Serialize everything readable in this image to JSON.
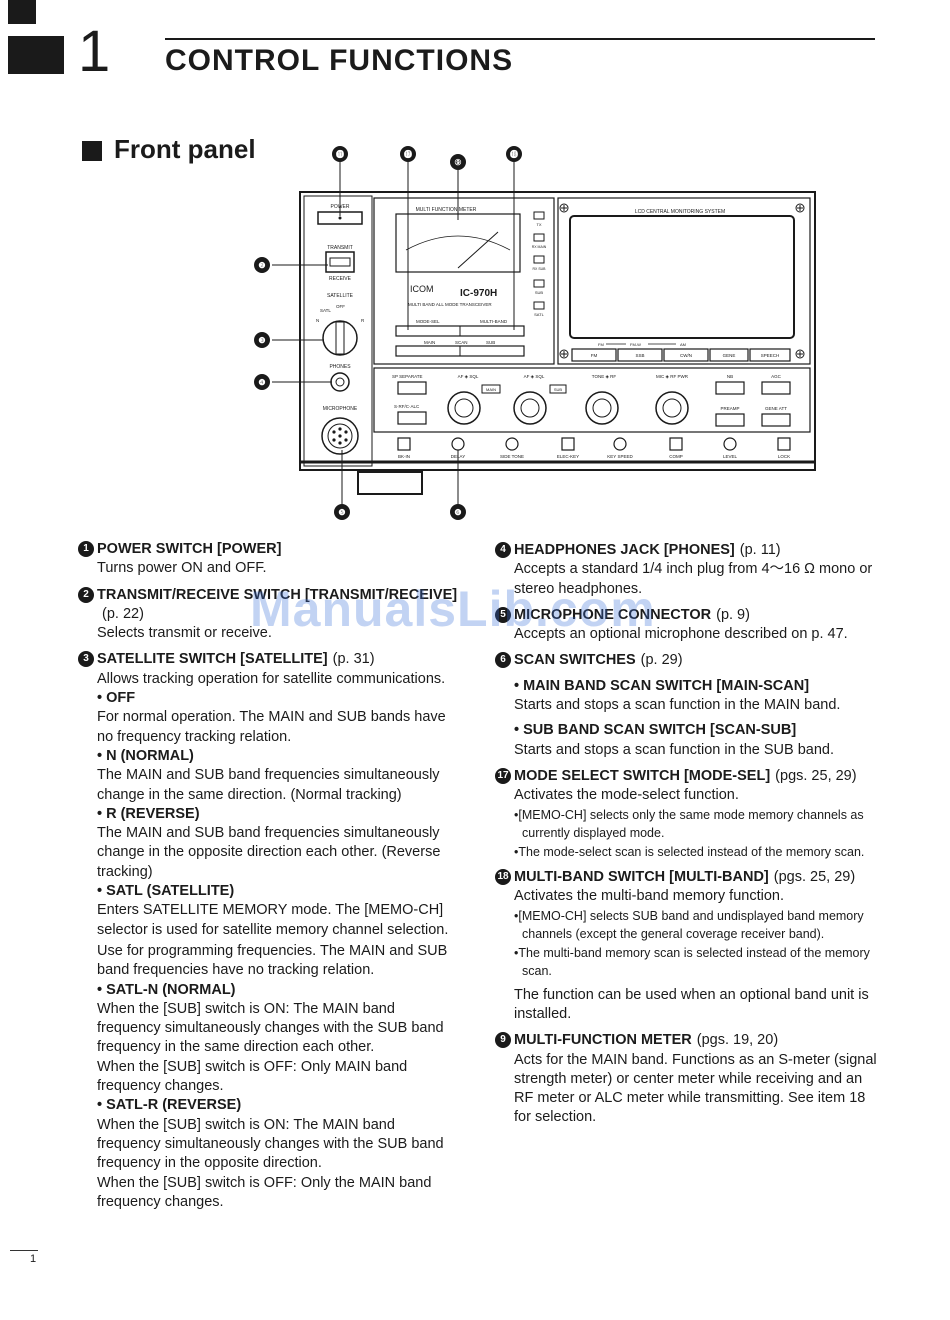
{
  "header": {
    "chapter_number": "1",
    "chapter_title": "CONTROL FUNCTIONS"
  },
  "section": {
    "title": "Front panel"
  },
  "diagram": {
    "callouts": [
      "⓫",
      "⓱",
      "⑨",
      "⓲",
      "❷",
      "❸",
      "❹",
      "❺",
      "❻"
    ],
    "labels": {
      "power": "POWER",
      "transmit": "TRANSMIT",
      "receive": "RECEIVE",
      "satellite": "SATELLITE",
      "satl": "SATL",
      "off": "OFF",
      "n": "N",
      "r": "R",
      "phones": "PHONES",
      "microphone": "MICROPHONE",
      "meter_title": "MULTI FUNCTION METER",
      "brand": "ICOM",
      "model": "IC-970H",
      "tagline": "MULTI BAND ALL MODE TRANSCEIVER",
      "mode_sel": "MODE-SEL",
      "multi_band": "MULTI-BAND",
      "main": "MAIN",
      "scan": "SCAN",
      "sub": "SUB",
      "tx": "TX",
      "rx_main": "RX MAIN",
      "rx_sub": "RX SUB",
      "sub_btn": "SUB",
      "satl_btn": "SATL",
      "lcd_title": "LCD CENTRAL MONITORING SYSTEM",
      "mode_row": [
        "FM",
        "FM-W",
        "AM"
      ],
      "mode_buttons": [
        "FM",
        "SSB",
        "CW/N",
        "GENE",
        "SPEECH"
      ],
      "sp_separate": "SP SEPARATE",
      "af_sql_main": "AF ◈ SQL",
      "af_sql_sub": "AF ◈ SQL",
      "tone_rf": "TONE ◈ RF",
      "mic_rf_pwr": "MIC ◈ RF PWR",
      "nb": "NB",
      "agc": "AGC",
      "s_rf_alc": "S·RF/C·ALC",
      "main_tag": "MAIN",
      "sub_tag": "SUB",
      "preamp": "PREAMP",
      "gene_att": "GENE ATT",
      "bottom": [
        "BK-IN",
        "DELAY",
        "SIDE TONE",
        "ELEC-KEY",
        "KEY SPEED",
        "COMP",
        "LEVEL",
        "LOCK"
      ]
    }
  },
  "left_items": [
    {
      "num": "1",
      "title": "POWER SWITCH [POWER]",
      "page": "",
      "body": [
        "Turns power ON and OFF."
      ]
    },
    {
      "num": "2",
      "title": "TRANSMIT/RECEIVE SWITCH [TRANSMIT/RECEIVE]",
      "page": "(p. 22)",
      "body": [
        "Selects transmit or receive."
      ]
    },
    {
      "num": "3",
      "title": "SATELLITE SWITCH [SATELLITE]",
      "page": "(p. 31)",
      "body": [
        "Allows tracking operation for satellite communications."
      ]
    }
  ],
  "satellite_modes": [
    {
      "label": "• OFF",
      "text": "For normal operation. The MAIN and SUB bands have no frequency tracking relation."
    },
    {
      "label": "• N (NORMAL)",
      "text": "The MAIN and SUB band frequencies simultaneously change in the same direction. (Normal tracking)"
    },
    {
      "label": "• R (REVERSE)",
      "text": "The MAIN and SUB band frequencies simultaneously change in the opposite direction each other. (Reverse tracking)"
    },
    {
      "label": "• SATL (SATELLITE)",
      "text": "Enters SATELLITE MEMORY mode. The [MEMO-CH] selector is used for satellite memory channel selection.",
      "text2": "Use for programming frequencies.  The MAIN and SUB band frequencies have no tracking relation."
    },
    {
      "label": "• SATL-N (NORMAL)",
      "text": "When the [SUB] switch is ON:  The MAIN band frequency simultaneously changes with the SUB band frequency in the same direction each other.",
      "text2": "When the [SUB] switch is OFF:  Only MAIN band frequency changes."
    },
    {
      "label": "• SATL-R (REVERSE)",
      "text": "When the [SUB] switch is ON:  The MAIN band frequency simultaneously changes with the SUB band frequency in the opposite direction.",
      "text2": "When the [SUB] switch is OFF:  Only the MAIN band frequency changes."
    }
  ],
  "right": {
    "item4": {
      "num": "4",
      "title": "HEADPHONES JACK [PHONES]",
      "page": "(p. 11)",
      "body": "Accepts a standard 1/4 inch plug from 4～16 Ω mono or stereo headphones."
    },
    "item5": {
      "num": "5",
      "title": "MICROPHONE CONNECTOR",
      "page": "(p. 9)",
      "body": "Accepts an optional microphone described on p. 47."
    },
    "item6": {
      "num": "6",
      "title": "SCAN SWITCHES",
      "page": "(p. 29)",
      "sub1_title": "• MAIN BAND SCAN SWITCH [MAIN-SCAN]",
      "sub1_body": "Starts and stops a scan function in the MAIN band.",
      "sub2_title": "• SUB BAND SCAN SWITCH [SCAN-SUB]",
      "sub2_body": "Starts and stops a scan function in the SUB band."
    },
    "item7": {
      "num": "17",
      "title": "MODE SELECT SWITCH [MODE-SEL]",
      "page": "(pgs. 25, 29)",
      "body": "Activates the mode-select function.",
      "note1": "•[MEMO-CH] selects only the same mode memory channels as currently displayed mode.",
      "note2": "•The mode-select scan is selected instead of the memory scan."
    },
    "item8": {
      "num": "18",
      "title": "MULTI-BAND SWITCH [MULTI-BAND]",
      "page": "(pgs. 25, 29)",
      "body": "Activates the multi-band memory function.",
      "note1": "•[MEMO-CH] selects SUB band and undisplayed band memory channels (except the general coverage receiver band).",
      "note2": "•The multi-band memory scan is selected instead of the memory scan.",
      "extra": "The function can be used when an optional band unit is installed."
    },
    "item9": {
      "num": "9",
      "title": "MULTI-FUNCTION METER",
      "page": "(pgs. 19, 20)",
      "body": "Acts for the MAIN band. Functions as an S-meter (signal strength meter) or center meter while receiving and an RF meter or ALC meter while transmitting.  See item 18 for selection."
    }
  },
  "watermark": "ManualsLib.com",
  "footer": {
    "page": "1"
  }
}
